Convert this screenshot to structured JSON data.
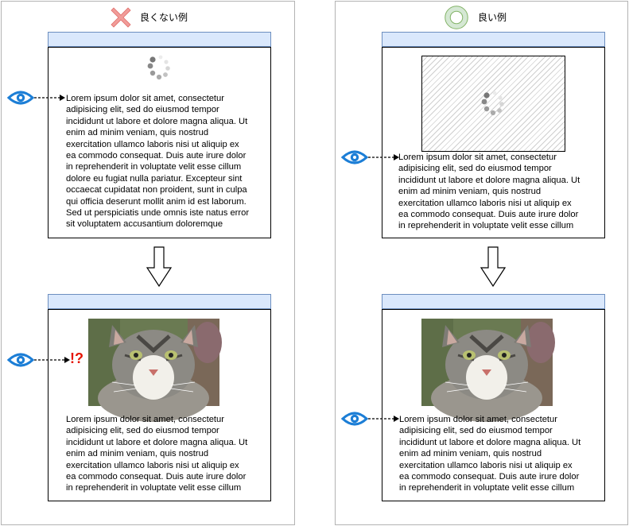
{
  "bad": {
    "title": "良くない例",
    "icon": "cross-icon",
    "exclaim": "!?",
    "before_text": [
      "Lorem ipsum dolor sit amet, consectetur",
      "adipisicing elit, sed do eiusmod tempor",
      "incididunt ut labore et dolore magna aliqua. Ut",
      "enim ad minim veniam, quis nostrud",
      "exercitation ullamco laboris nisi ut aliquip ex",
      "ea commodo consequat. Duis aute irure dolor",
      "in reprehenderit in voluptate velit esse cillum",
      "dolore eu fugiat nulla pariatur. Excepteur sint",
      "occaecat cupidatat non proident, sunt in culpa",
      "qui officia deserunt mollit anim id est laborum.",
      "Sed ut perspiciatis unde omnis iste natus error",
      "sit voluptatem accusantium doloremque"
    ],
    "after_text": [
      "Lorem ipsum dolor sit amet, consectetur",
      "adipisicing elit, sed do eiusmod tempor",
      "incididunt ut labore et dolore magna aliqua. Ut",
      "enim ad minim veniam, quis nostrud",
      "exercitation ullamco laboris nisi ut aliquip ex",
      "ea commodo consequat. Duis aute irure dolor",
      "in reprehenderit in voluptate velit esse cillum"
    ]
  },
  "good": {
    "title": "良い例",
    "icon": "circle-ok-icon",
    "before_text": [
      "Lorem ipsum dolor sit amet, consectetur",
      "adipisicing elit, sed do eiusmod tempor",
      "incididunt ut labore et dolore magna aliqua. Ut",
      "enim ad minim veniam, quis nostrud",
      "exercitation ullamco laboris nisi ut aliquip ex",
      "ea commodo consequat. Duis aute irure dolor",
      "in reprehenderit in voluptate velit esse cillum"
    ],
    "after_text": [
      "Lorem ipsum dolor sit amet, consectetur",
      "adipisicing elit, sed do eiusmod tempor",
      "incididunt ut labore et dolore magna aliqua. Ut",
      "enim ad minim veniam, quis nostrud",
      "exercitation ullamco laboris nisi ut aliquip ex",
      "ea commodo consequat. Duis aute irure dolor",
      "in reprehenderit in voluptate velit esse cillum"
    ]
  },
  "colors": {
    "header_fill": "#dae8fc",
    "header_stroke": "#6c8ebf",
    "eye": "#1c7ed6",
    "cross": "#f19c99",
    "circle_fill": "#d5e8d4",
    "circle_stroke": "#82b366",
    "exclaim": "#e51400"
  }
}
